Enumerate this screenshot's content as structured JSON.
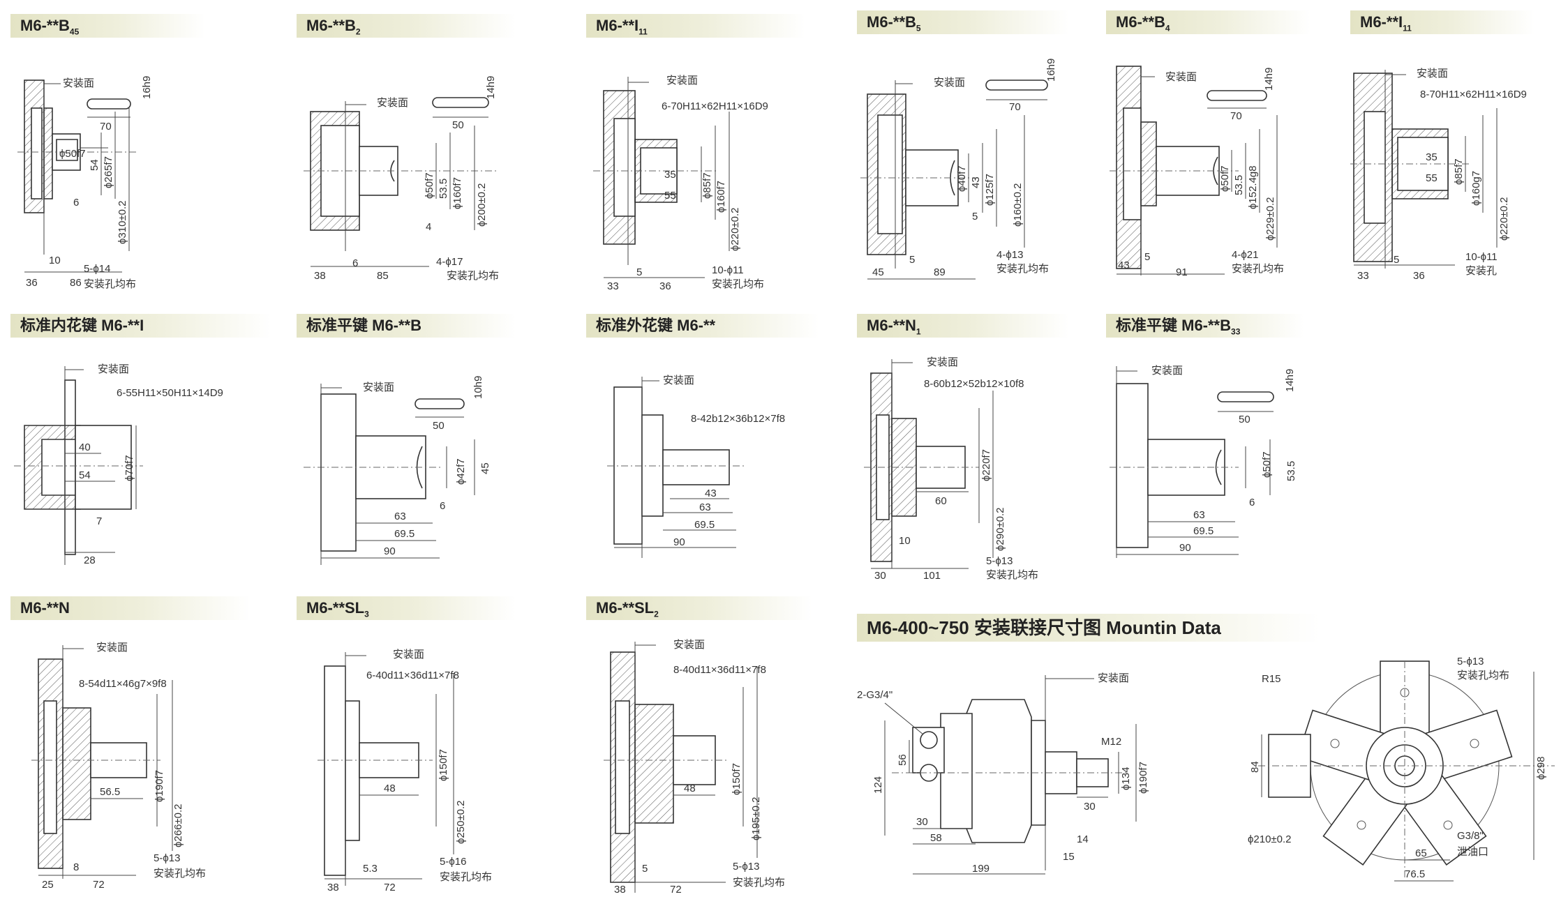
{
  "panels": [
    {
      "id": "p1",
      "title": "M6-**B",
      "sub": "45",
      "labels": [
        "安装面",
        "16h9",
        "70",
        "ϕ50f7",
        "54",
        "ϕ265f7",
        "ϕ310±0.2",
        "6",
        "5-ϕ14",
        "安装孔均布",
        "36",
        "10",
        "86"
      ]
    },
    {
      "id": "p2",
      "title": "M6-**B",
      "sub": "2",
      "labels": [
        "安装面",
        "14h9",
        "50",
        "ϕ50f7",
        "53.5",
        "ϕ160f7",
        "ϕ200±0.2",
        "4",
        "4-ϕ17",
        "安装孔均布",
        "38",
        "6",
        "85"
      ]
    },
    {
      "id": "p3",
      "title": "M6-**I",
      "sub": "11",
      "labels": [
        "安装面",
        "6-70H11×62H11×16D9",
        "35",
        "55",
        "ϕ85f7",
        "ϕ160f7",
        "ϕ220±0.2",
        "10-ϕ11",
        "安装孔均布",
        "33",
        "5",
        "36"
      ]
    },
    {
      "id": "p4",
      "title": "M6-**B",
      "sub": "5",
      "labels": [
        "安装面",
        "16h9",
        "70",
        "ϕ40f7",
        "43",
        "ϕ125f7",
        "ϕ160±0.2",
        "5",
        "4-ϕ13",
        "安装孔均布",
        "45",
        "5",
        "89"
      ]
    },
    {
      "id": "p5",
      "title": "M6-**B",
      "sub": "4",
      "labels": [
        "安装面",
        "14h9",
        "70",
        "ϕ50f7",
        "53.5",
        "ϕ152.4g8",
        "ϕ229±0.2",
        "4-ϕ21",
        "安装孔均布",
        "43",
        "5",
        "91"
      ]
    },
    {
      "id": "p6",
      "title": "M6-**I",
      "sub": "11",
      "labels": [
        "安装面",
        "8-70H11×62H11×16D9",
        "35",
        "55",
        "ϕ85f7",
        "ϕ160g7",
        "ϕ220±0.2",
        "10-ϕ11",
        "安装孔",
        "33",
        "5",
        "36"
      ]
    },
    {
      "id": "p7",
      "title": "标准内花键 M6-**I",
      "sub": "",
      "labels": [
        "安装面",
        "6-55H11×50H11×14D9",
        "40",
        "54",
        "ϕ70f7",
        "7",
        "28"
      ]
    },
    {
      "id": "p8",
      "title": "标准平键 M6-**B",
      "sub": "",
      "labels": [
        "安装面",
        "10h9",
        "50",
        "ϕ42f7",
        "45",
        "6",
        "63",
        "69.5",
        "90"
      ]
    },
    {
      "id": "p9",
      "title": "标准外花键 M6-**",
      "sub": "",
      "labels": [
        "安装面",
        "8-42b12×36b12×7f8",
        "43",
        "63",
        "69.5",
        "90"
      ]
    },
    {
      "id": "p10",
      "title": "M6-**N",
      "sub": "1",
      "labels": [
        "安装面",
        "8-60b12×52b12×10f8",
        "60",
        "ϕ220f7",
        "ϕ290±0.2",
        "5-ϕ13",
        "安装孔均布",
        "10",
        "30",
        "101"
      ]
    },
    {
      "id": "p11",
      "title": "标准平键 M6-**B",
      "sub": "33",
      "labels": [
        "安装面",
        "14h9",
        "50",
        "ϕ50f7",
        "53.5",
        "6",
        "63",
        "69.5",
        "90"
      ]
    },
    {
      "id": "p12",
      "title": "M6-**N",
      "sub": "",
      "labels": [
        "安装面",
        "8-54d11×46g7×9f8",
        "56.5",
        "ϕ190f7",
        "ϕ266±0.2",
        "5-ϕ13",
        "安装孔均布",
        "25",
        "8",
        "72"
      ]
    },
    {
      "id": "p13",
      "title": "M6-**SL",
      "sub": "3",
      "labels": [
        "安装面",
        "6-40d11×36d11×7f8",
        "48",
        "ϕ150f7",
        "ϕ250±0.2",
        "5-ϕ16",
        "安装孔均布",
        "38",
        "5.3",
        "72"
      ]
    },
    {
      "id": "p14",
      "title": "M6-**SL",
      "sub": "2",
      "labels": [
        "安装面",
        "8-40d11×36d11×7f8",
        "48",
        "ϕ150f7",
        "ϕ195±0.2",
        "5-ϕ13",
        "安装孔均布",
        "38",
        "5",
        "72"
      ]
    }
  ],
  "mounting": {
    "title": "M6-400~750 安装联接尺寸图  Mountin Data",
    "side_labels": [
      "安装面",
      "2-G3/4\"",
      "M12",
      "124",
      "56",
      "ϕ134",
      "ϕ190f7",
      "30",
      "30",
      "58",
      "14",
      "15",
      "199"
    ],
    "front_labels": [
      "R15",
      "5-ϕ13",
      "安装孔均布",
      "84",
      "ϕ298",
      "ϕ210±0.2",
      "G3/8\"",
      "泄油口",
      "65",
      "76.5"
    ]
  }
}
